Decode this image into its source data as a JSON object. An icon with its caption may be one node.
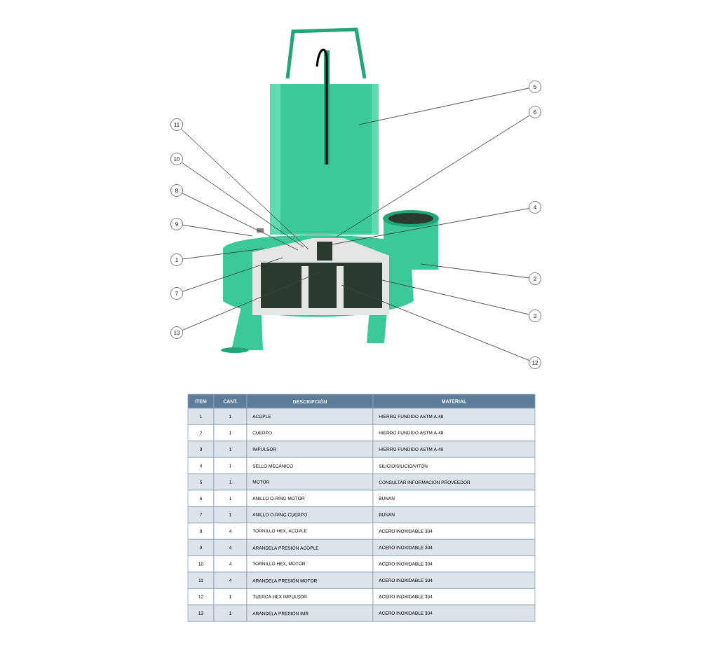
{
  "diagram": {
    "nodes": [
      {
        "text": [
          "5"
        ]
      },
      {
        "text": [
          "6"
        ]
      },
      {
        "text": [
          "11"
        ]
      },
      {
        "text": [
          "10"
        ]
      },
      {
        "text": [
          "8"
        ]
      },
      {
        "text": [
          "4"
        ]
      },
      {
        "text": [
          "9"
        ]
      },
      {
        "text": [
          "1"
        ]
      },
      {
        "text": [
          "2"
        ]
      },
      {
        "text": [
          "7"
        ]
      },
      {
        "text": [
          "3"
        ]
      },
      {
        "text": [
          "13"
        ]
      },
      {
        "text": [
          "12"
        ]
      }
    ],
    "edges": [
      {
        "from": 0,
        "to": null,
        "arrow": "none"
      },
      {
        "from": 1,
        "to": null,
        "arrow": "none"
      },
      {
        "from": 2,
        "to": null,
        "arrow": "none"
      },
      {
        "from": 3,
        "to": null,
        "arrow": "none"
      },
      {
        "from": 4,
        "to": null,
        "arrow": "none"
      },
      {
        "from": 5,
        "to": null,
        "arrow": "none"
      },
      {
        "from": 6,
        "to": null,
        "arrow": "none"
      },
      {
        "from": 7,
        "to": null,
        "arrow": "none"
      },
      {
        "from": 8,
        "to": null,
        "arrow": "none"
      },
      {
        "from": 9,
        "to": null,
        "arrow": "none"
      },
      {
        "from": 10,
        "to": null,
        "arrow": "none"
      },
      {
        "from": 11,
        "to": null,
        "arrow": "none"
      },
      {
        "from": 12,
        "to": null,
        "arrow": "none"
      }
    ],
    "labels": [
      "ITEM",
      "CANT.",
      "DESCRIPCIÓN",
      "MATERIAL",
      "1",
      "1",
      "ACOPLE",
      "HIERRO FUNDIDO ASTM A-48",
      "2",
      "1",
      "CUERPO",
      "HIERRO FUNDIDO ASTM A-48",
      "3",
      "1",
      "IMPULSOR",
      "HIERRO FUNDIDO ASTM A-48",
      "4",
      "1",
      "SELLO MECÁNICO",
      "SILICIO/SILICIO/VITÓN",
      "5",
      "1",
      "MOTOR",
      "CONSULTAR INFORMACIÓN PROVEEDOR",
      "6",
      "1",
      "ANILLO O-RING MOTOR",
      "BUNAN",
      "7",
      "1",
      "ANILLO O-RING CUERPO",
      "BUNAN",
      "8",
      "4",
      "TORNILLO HEX, ACOPLE",
      "ACERO INOXIDABLE 304",
      "9",
      "4",
      "ARANDELA PRESIÓN ACOPLE",
      "ACERO INOXIDABLE 304",
      "10",
      "4",
      "TORNILLO HEX, MOTOR",
      "ACERO INOXIDABLE 304",
      "11",
      "4",
      "ARANDELA PRESIÓN MOTOR",
      "ACERO INOXIDABLE 304",
      "12",
      "1",
      "TUERCA HEX IMPULSOR",
      "ACERO INOXIDABLE 304",
      "13",
      "1",
      "ARANDELA PRESIÓN IMR",
      "ACERO INOXIDABLE 304"
    ]
  }
}
